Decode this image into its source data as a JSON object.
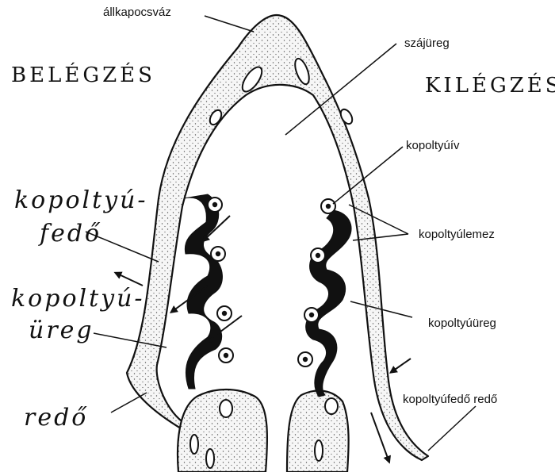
{
  "titles": {
    "left": "BELÉGZÉS",
    "right": "KILÉGZÉS"
  },
  "labels": {
    "jaw": "állkapocsváz",
    "mouth": "szájüreg",
    "arch": "kopoltyúív",
    "lamella": "kopoltyúlemez",
    "cavity": "kopoltyúüreg",
    "flap": "kopoltyúfedő redő"
  },
  "side_labels": {
    "operculum_1": "kopoltyú-",
    "operculum_2": "fedő",
    "cavity_1": "kopoltyú-",
    "cavity_2": "üreg",
    "fold": "redő"
  },
  "colors": {
    "ink": "#111111",
    "tissue": "#f6f6f6",
    "stipple": "#555555"
  }
}
